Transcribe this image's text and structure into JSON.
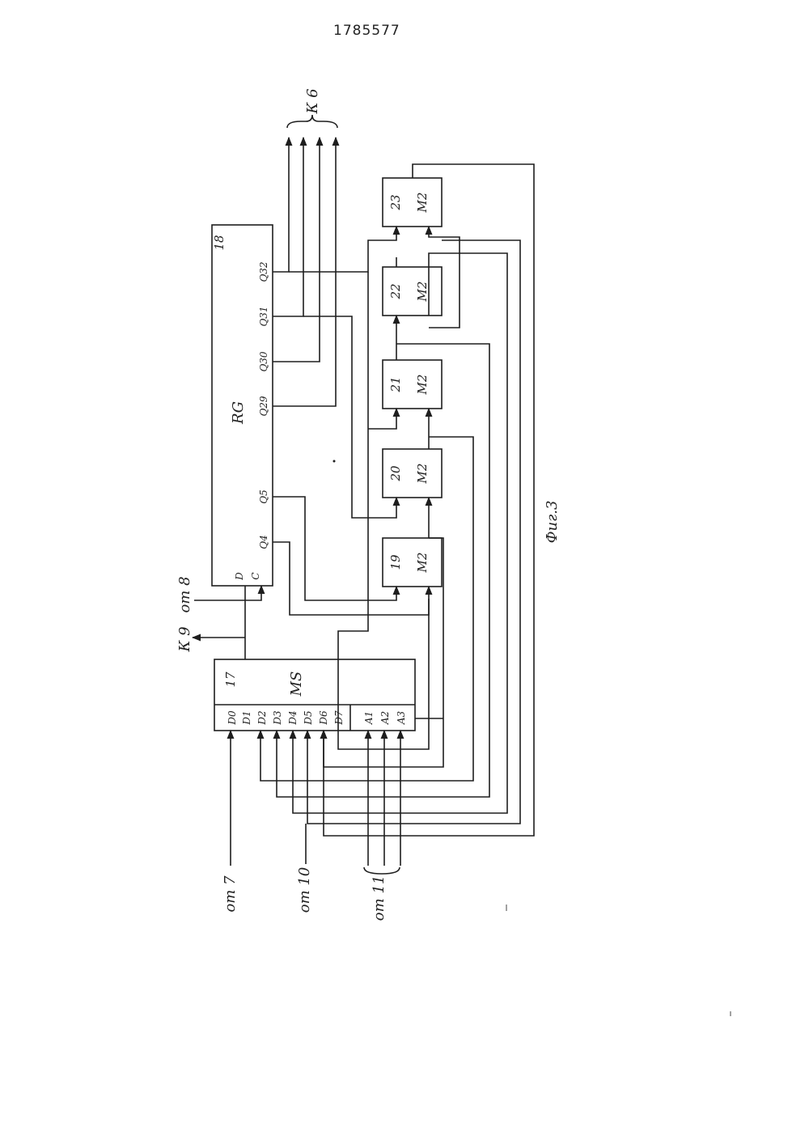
{
  "document": {
    "number": "1785577",
    "figure_caption": "Фиг.3"
  },
  "register": {
    "id": "18",
    "type": "RG",
    "inputs": {
      "d": "D",
      "c": "C"
    },
    "outputs": [
      "Q4",
      "Q5",
      "Q29",
      "Q30",
      "Q31",
      "Q32"
    ]
  },
  "multiplexer": {
    "id": "17",
    "type": "MS",
    "data_inputs": [
      "D0",
      "D1",
      "D2",
      "D3",
      "D4",
      "D5",
      "D6",
      "D7"
    ],
    "address_inputs": [
      "A1",
      "A2",
      "A3"
    ]
  },
  "xor_gates": [
    {
      "id": "19",
      "type": "M2"
    },
    {
      "id": "20",
      "type": "M2"
    },
    {
      "id": "21",
      "type": "M2"
    },
    {
      "id": "22",
      "type": "M2"
    },
    {
      "id": "23",
      "type": "M2"
    }
  ],
  "connections": {
    "to_6": "К 6",
    "to_9": "К 9",
    "from_8": "от 8",
    "from_7": "от 7",
    "from_10": "от 10",
    "from_11": "от 11"
  },
  "colors": {
    "ink": "#1e1e1e",
    "paper": "#ffffff"
  }
}
